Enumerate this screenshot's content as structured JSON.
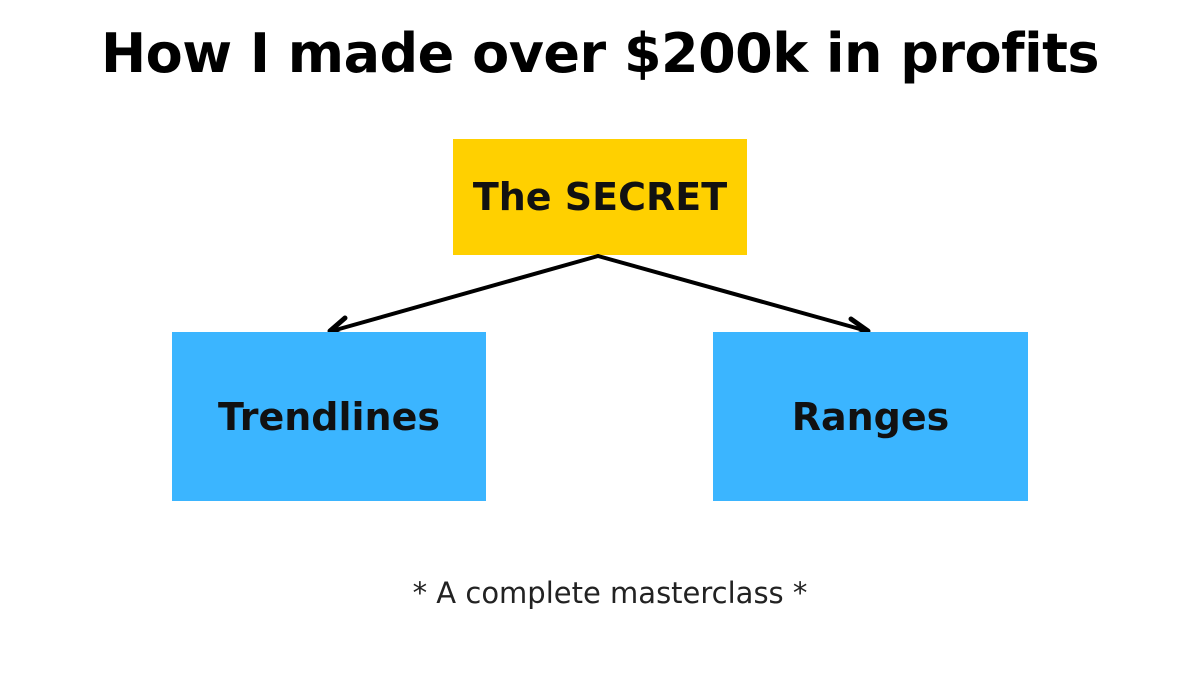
{
  "title": "How I made over $200k in profits",
  "root": {
    "label": "The SECRET",
    "color": "#FFD000"
  },
  "children": [
    {
      "label": "Trendlines",
      "color": "#3BB5FF"
    },
    {
      "label": "Ranges",
      "color": "#3BB5FF"
    }
  ],
  "footnote": "* A complete masterclass *"
}
